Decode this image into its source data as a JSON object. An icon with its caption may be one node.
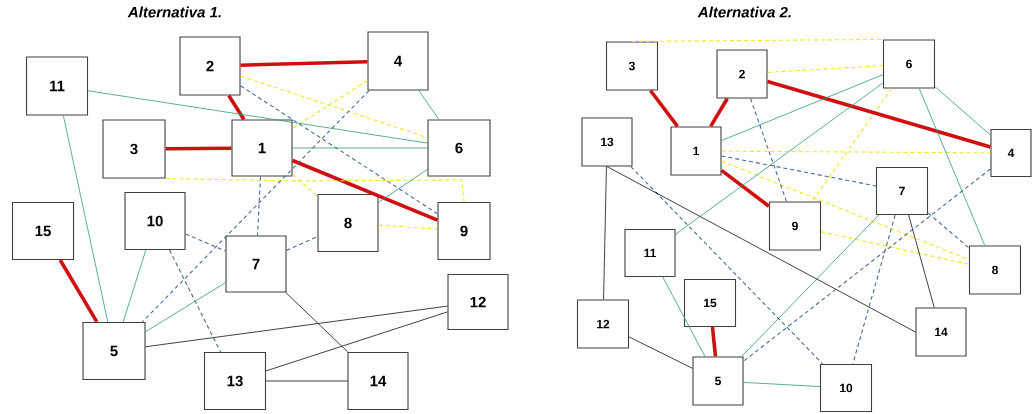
{
  "diagram": {
    "nodes": [
      {
        "text": [
          "2"
        ]
      },
      {
        "text": [
          "4"
        ]
      },
      {
        "text": [
          "11"
        ]
      },
      {
        "text": [
          "3"
        ]
      },
      {
        "text": [
          "1"
        ]
      },
      {
        "text": [
          "6"
        ]
      },
      {
        "text": [
          "10"
        ]
      },
      {
        "text": [
          "15"
        ]
      },
      {
        "text": [
          "8"
        ]
      },
      {
        "text": [
          "9"
        ]
      },
      {
        "text": [
          "7"
        ]
      },
      {
        "text": [
          "12"
        ]
      },
      {
        "text": [
          "5"
        ]
      },
      {
        "text": [
          "13"
        ]
      },
      {
        "text": [
          "14"
        ]
      },
      {
        "text": [
          "3"
        ]
      },
      {
        "text": [
          "2"
        ]
      },
      {
        "text": [
          "6"
        ]
      },
      {
        "text": [
          "13"
        ]
      },
      {
        "text": [
          "1"
        ]
      },
      {
        "text": [
          "4"
        ]
      },
      {
        "text": [
          "7"
        ]
      },
      {
        "text": [
          "9"
        ]
      },
      {
        "text": [
          "11"
        ]
      },
      {
        "text": [
          "8"
        ]
      },
      {
        "text": [
          "12"
        ]
      },
      {
        "text": [
          "15"
        ]
      },
      {
        "text": [
          "14"
        ]
      },
      {
        "text": [
          "5"
        ]
      },
      {
        "text": [
          "10"
        ]
      }
    ],
    "edges": [
      {
        "from": 0,
        "to": 1,
        "arrow": "none",
        "style": "thick",
        "color": "#d01010"
      },
      {
        "from": 0,
        "to": 4,
        "arrow": "none",
        "style": "thick",
        "color": "#d01010"
      },
      {
        "from": 3,
        "to": 4,
        "arrow": "none",
        "style": "thick",
        "color": "#d01010"
      },
      {
        "from": 4,
        "to": 9,
        "arrow": "none",
        "style": "thick",
        "color": "#d01010"
      },
      {
        "from": 7,
        "to": 12,
        "arrow": "none",
        "style": "thick",
        "color": "#d01010"
      },
      {
        "from": 0,
        "to": 5,
        "arrow": "none",
        "style": "dashed",
        "color": "#f0e620"
      },
      {
        "from": 1,
        "to": 4,
        "arrow": "none",
        "style": "dashed",
        "color": "#f0e620"
      },
      {
        "from": 3,
        "to": 9,
        "arrow": "none",
        "style": "dashed",
        "color": "#f0e620"
      },
      {
        "from": 4,
        "to": 8,
        "arrow": "none",
        "style": "dashed",
        "color": "#f0e620"
      },
      {
        "from": 8,
        "to": 9,
        "arrow": "none",
        "style": "dashed",
        "color": "#f0e620"
      },
      {
        "from": 0,
        "to": 9,
        "arrow": "none",
        "style": "dashed",
        "color": "#4a6a9a"
      },
      {
        "from": 1,
        "to": 12,
        "arrow": "none",
        "style": "dashed",
        "color": "#4a6a9a"
      },
      {
        "from": 4,
        "to": 10,
        "arrow": "none",
        "style": "dashed",
        "color": "#4a6a9a"
      },
      {
        "from": 6,
        "to": 10,
        "arrow": "none",
        "style": "dashed",
        "color": "#4a6a9a"
      },
      {
        "from": 6,
        "to": 13,
        "arrow": "none",
        "style": "dashed",
        "color": "#4a6a9a"
      },
      {
        "from": 10,
        "to": 8,
        "arrow": "none",
        "style": "dashed",
        "color": "#4a6a9a"
      },
      {
        "from": 2,
        "to": 5,
        "arrow": "none"
      },
      {
        "from": 2,
        "to": 12,
        "arrow": "none"
      },
      {
        "from": 1,
        "to": 5,
        "arrow": "none"
      },
      {
        "from": 4,
        "to": 5,
        "arrow": "none"
      },
      {
        "from": 5,
        "to": 8,
        "arrow": "none"
      },
      {
        "from": 6,
        "to": 12,
        "arrow": "none"
      },
      {
        "from": 10,
        "to": 12,
        "arrow": "none"
      },
      {
        "from": 10,
        "to": 14,
        "arrow": "none",
        "color": "#111111"
      },
      {
        "from": 12,
        "to": 11,
        "arrow": "none",
        "color": "#111111"
      },
      {
        "from": 13,
        "to": 11,
        "arrow": "none",
        "color": "#111111"
      },
      {
        "from": 13,
        "to": 14,
        "arrow": "none",
        "color": "#111111"
      },
      {
        "from": 15,
        "to": 17,
        "arrow": "none",
        "style": "dashed",
        "color": "#f0e620"
      },
      {
        "from": 16,
        "to": 17,
        "arrow": "none",
        "style": "dashed",
        "color": "#f0e620"
      },
      {
        "from": 19,
        "to": 20,
        "arrow": "none",
        "style": "dashed",
        "color": "#f0e620"
      },
      {
        "from": 19,
        "to": 24,
        "arrow": "none",
        "style": "dashed",
        "color": "#f0e620"
      },
      {
        "from": 22,
        "to": 24,
        "arrow": "none",
        "style": "dashed",
        "color": "#f0e620"
      },
      {
        "from": 17,
        "to": 22,
        "arrow": "none",
        "style": "dashed",
        "color": "#f0e620"
      },
      {
        "from": 15,
        "to": 19,
        "arrow": "none",
        "style": "thick",
        "color": "#d01010"
      },
      {
        "from": 16,
        "to": 19,
        "arrow": "none",
        "style": "thick",
        "color": "#d01010"
      },
      {
        "from": 16,
        "to": 20,
        "arrow": "none",
        "style": "thick",
        "color": "#d01010"
      },
      {
        "from": 19,
        "to": 22,
        "arrow": "none",
        "style": "thick",
        "color": "#d01010"
      },
      {
        "from": 26,
        "to": 28,
        "arrow": "none",
        "style": "thick",
        "color": "#d01010"
      },
      {
        "from": 19,
        "to": 17,
        "arrow": "none"
      },
      {
        "from": 17,
        "to": 23,
        "arrow": "none"
      },
      {
        "from": 17,
        "to": 20,
        "arrow": "none"
      },
      {
        "from": 17,
        "to": 24,
        "arrow": "none"
      },
      {
        "from": 21,
        "to": 28,
        "arrow": "none"
      },
      {
        "from": 23,
        "to": 28,
        "arrow": "none"
      },
      {
        "from": 28,
        "to": 29,
        "arrow": "none"
      },
      {
        "from": 16,
        "to": 22,
        "arrow": "none",
        "style": "dashed",
        "color": "#4a6a9a"
      },
      {
        "from": 19,
        "to": 21,
        "arrow": "none",
        "style": "dashed",
        "color": "#4a6a9a"
      },
      {
        "from": 21,
        "to": 24,
        "arrow": "none",
        "style": "dashed",
        "color": "#4a6a9a"
      },
      {
        "from": 20,
        "to": 28,
        "arrow": "none",
        "style": "dashed",
        "color": "#4a6a9a"
      },
      {
        "from": 18,
        "to": 29,
        "arrow": "none",
        "style": "dashed",
        "color": "#4a6a9a"
      },
      {
        "from": 21,
        "to": 29,
        "arrow": "none",
        "style": "dashed",
        "color": "#4a6a9a"
      },
      {
        "from": 18,
        "to": 27,
        "arrow": "none",
        "color": "#111111"
      },
      {
        "from": 18,
        "to": 25,
        "arrow": "none",
        "color": "#111111"
      },
      {
        "from": 25,
        "to": 28,
        "arrow": "none",
        "color": "#111111"
      },
      {
        "from": 21,
        "to": 27,
        "arrow": "none",
        "color": "#111111"
      }
    ],
    "labels": [
      "Alternativa 1.",
      "Alternativa 2."
    ]
  }
}
